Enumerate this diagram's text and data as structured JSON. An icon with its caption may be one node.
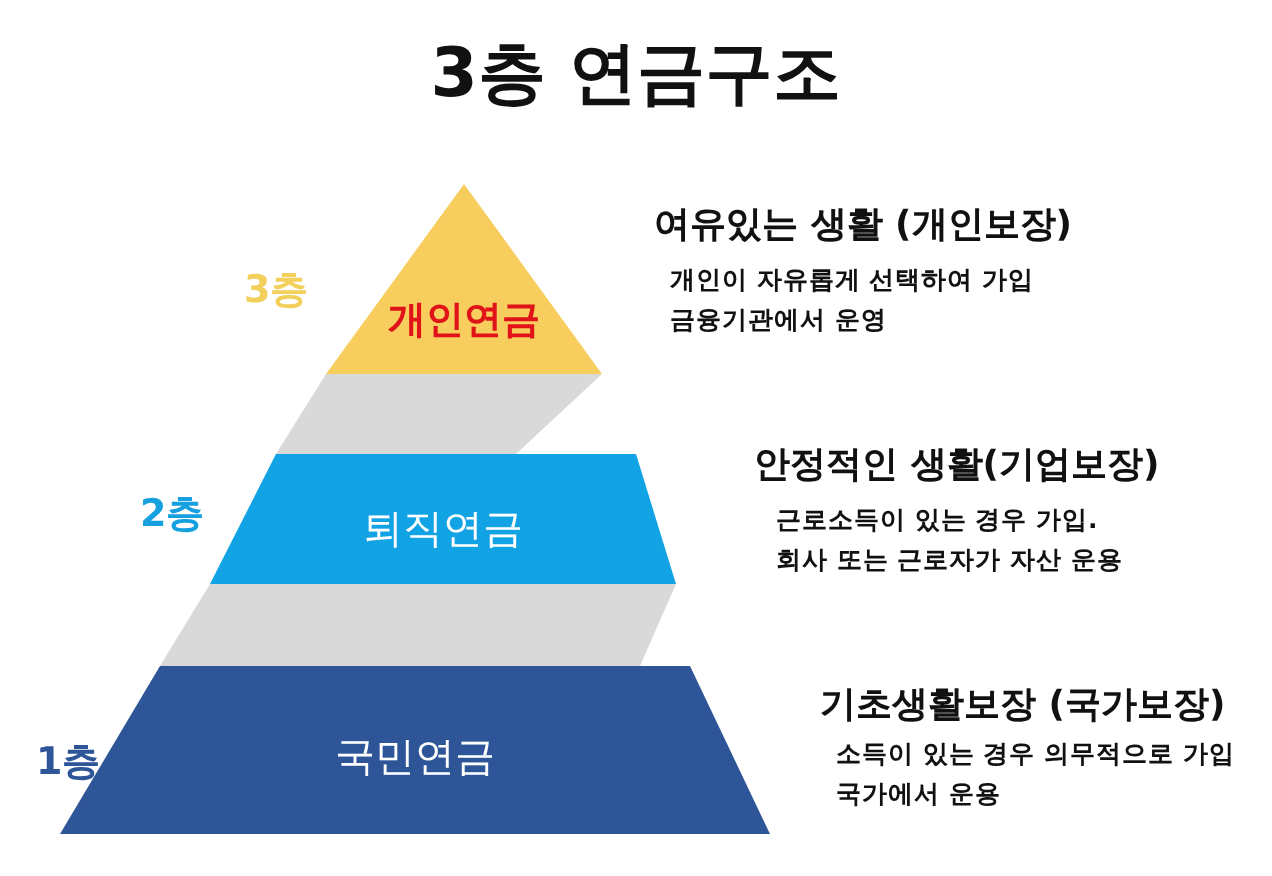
{
  "diagram": {
    "title": "3층 연금구조",
    "nodes": [
      {
        "text": [
          "개인연금"
        ],
        "beside": [
          "3층",
          "여유있는 생활 (개인보장)",
          "개인이 자유롭게 선택하여 가입",
          "금융기관에서 운영"
        ]
      },
      {
        "text": [],
        "shape": "band"
      },
      {
        "text": [
          "퇴직연금"
        ],
        "beside": [
          "2층",
          "안정적인 생활(기업보장)",
          "근로소득이 있는 경우 가입.",
          "회사 또는 근로자가 자산 운용"
        ]
      },
      {
        "text": [],
        "shape": "band"
      },
      {
        "text": [
          "국민연금"
        ],
        "beside": [
          "1층",
          "기초생활보장 (국가보장)",
          "소득이 있는 경우 의무적으로 가입",
          "국가에서 운용"
        ]
      }
    ]
  }
}
